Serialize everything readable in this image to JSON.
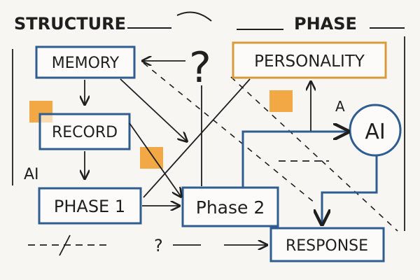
{
  "colors": {
    "background": "#f7f6f3",
    "ink": "#1f1f1f",
    "box_stroke": "#2f5d90",
    "personality_stroke": "#d89b3a",
    "sticky_note": "#f2a845",
    "ai_circle_stroke": "#2f5d90"
  },
  "header": {
    "left_label": "STRUCTURE",
    "right_label": "PHASE"
  },
  "nodes": {
    "memory": "MEMORY",
    "record": "RECORD",
    "phase1": "PHASE 1",
    "phase2": "Phase 2",
    "personality": "PERSONALITY",
    "response": "RESPONSE",
    "ai_circle": "AI"
  },
  "annotations": {
    "question_mark_big": "?",
    "question_mark_small": "?",
    "ai_side_label": "AI",
    "a_label": "A"
  },
  "decorations": {
    "sticky_note_icon": "sticky-note-icon",
    "question_icon": "question-mark-icon"
  }
}
